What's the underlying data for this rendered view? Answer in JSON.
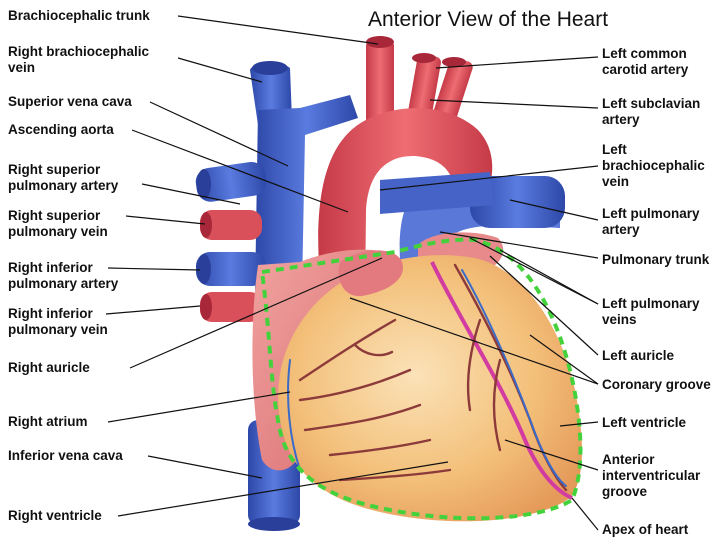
{
  "title": "Anterior View of the Heart",
  "colors": {
    "vein_blue": "#3f5fc4",
    "artery_red": "#e0505a",
    "ventricle_peach": "#f3c07a",
    "atrium_pink": "#e88a8c",
    "boundary_green": "#44d23c",
    "septum_magenta": "#d23ca0",
    "coronary_vessel": "#8c3a3a",
    "label_text": "#111111"
  },
  "labels_left": [
    {
      "id": "brachiocephalic-trunk",
      "text": "Brachiocephalic trunk"
    },
    {
      "id": "right-brachiocephalic-vein",
      "text": "Right brachiocephalic\nvein"
    },
    {
      "id": "superior-vena-cava",
      "text": "Superior vena cava"
    },
    {
      "id": "ascending-aorta",
      "text": "Ascending aorta"
    },
    {
      "id": "right-superior-pulmonary-artery",
      "text": "Right superior\npulmonary artery"
    },
    {
      "id": "right-superior-pulmonary-vein",
      "text": "Right superior\npulmonary vein"
    },
    {
      "id": "right-inferior-pulmonary-artery",
      "text": "Right inferior\npulmonary artery"
    },
    {
      "id": "right-inferior-pulmonary-vein",
      "text": "Right inferior\npulmonary vein"
    },
    {
      "id": "right-auricle",
      "text": "Right auricle"
    },
    {
      "id": "right-atrium",
      "text": "Right atrium"
    },
    {
      "id": "inferior-vena-cava",
      "text": "Inferior vena cava"
    },
    {
      "id": "right-ventricle",
      "text": "Right ventricle"
    }
  ],
  "labels_right": [
    {
      "id": "left-common-carotid-artery",
      "text": "Left common\ncarotid artery"
    },
    {
      "id": "left-subclavian-artery",
      "text": "Left subclavian\nartery"
    },
    {
      "id": "left-brachiocephalic-vein",
      "text": "Left\nbrachiocephalic\nvein"
    },
    {
      "id": "left-pulmonary-artery",
      "text": "Left pulmonary\nartery"
    },
    {
      "id": "pulmonary-trunk",
      "text": "Pulmonary trunk"
    },
    {
      "id": "left-pulmonary-veins",
      "text": "Left pulmonary\nveins"
    },
    {
      "id": "left-auricle",
      "text": "Left auricle"
    },
    {
      "id": "coronary-groove",
      "text": "Coronary groove"
    },
    {
      "id": "left-ventricle",
      "text": "Left ventricle"
    },
    {
      "id": "anterior-interventricular-groove",
      "text": "Anterior\ninterventricular\ngroove"
    },
    {
      "id": "apex-of-heart",
      "text": "Apex of heart"
    }
  ]
}
